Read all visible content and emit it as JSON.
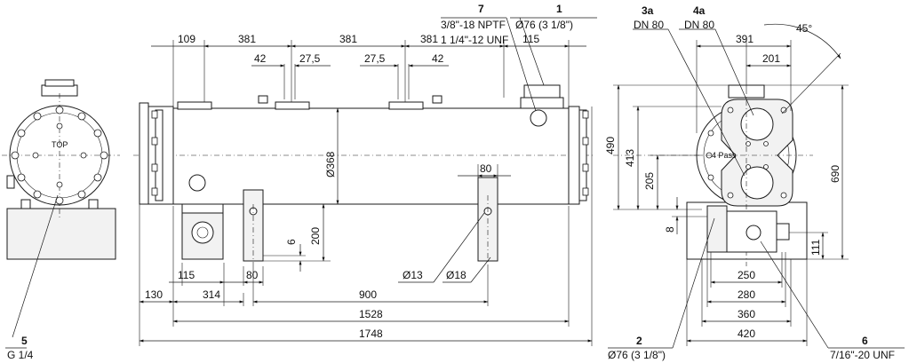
{
  "labels": {
    "top": "TOP",
    "pass": "4 Pass"
  },
  "callouts": {
    "c1": {
      "num": "1",
      "text": "Ø76 (3 1/8\")"
    },
    "c2": {
      "num": "2",
      "text": "Ø76 (3 1/8\")"
    },
    "c3a": {
      "num": "3a",
      "text": "DN 80"
    },
    "c4a": {
      "num": "4a",
      "text": "DN 80"
    },
    "c5": {
      "num": "5",
      "text": "G 1/4"
    },
    "c6": {
      "num": "6",
      "text": "7/16\"-20 UNF"
    },
    "c7": {
      "num": "7",
      "text1": "3/8\"-18 NPTF",
      "text2": "1 1/4\"-12 UNF"
    }
  },
  "dims": {
    "d109": "109",
    "d381a": "381",
    "d381b": "381",
    "d381c": "381",
    "d115top": "115",
    "d42a": "42",
    "d275a": "27,5",
    "d275b": "27,5",
    "d42b": "42",
    "d368": "Ø368",
    "d80a": "80",
    "d200": "200",
    "d6": "6",
    "d115": "115",
    "d80b": "80",
    "d130": "130",
    "d314": "314",
    "d900": "900",
    "d1528": "1528",
    "d1748": "1748",
    "d13": "Ø13",
    "d18": "Ø18",
    "d391": "391",
    "d201": "201",
    "d45": "45°",
    "d490": "490",
    "d413": "413",
    "d205": "205",
    "d8": "8",
    "d690": "690",
    "d111": "111",
    "d250": "250",
    "d280": "280",
    "d360": "360",
    "d420": "420"
  }
}
